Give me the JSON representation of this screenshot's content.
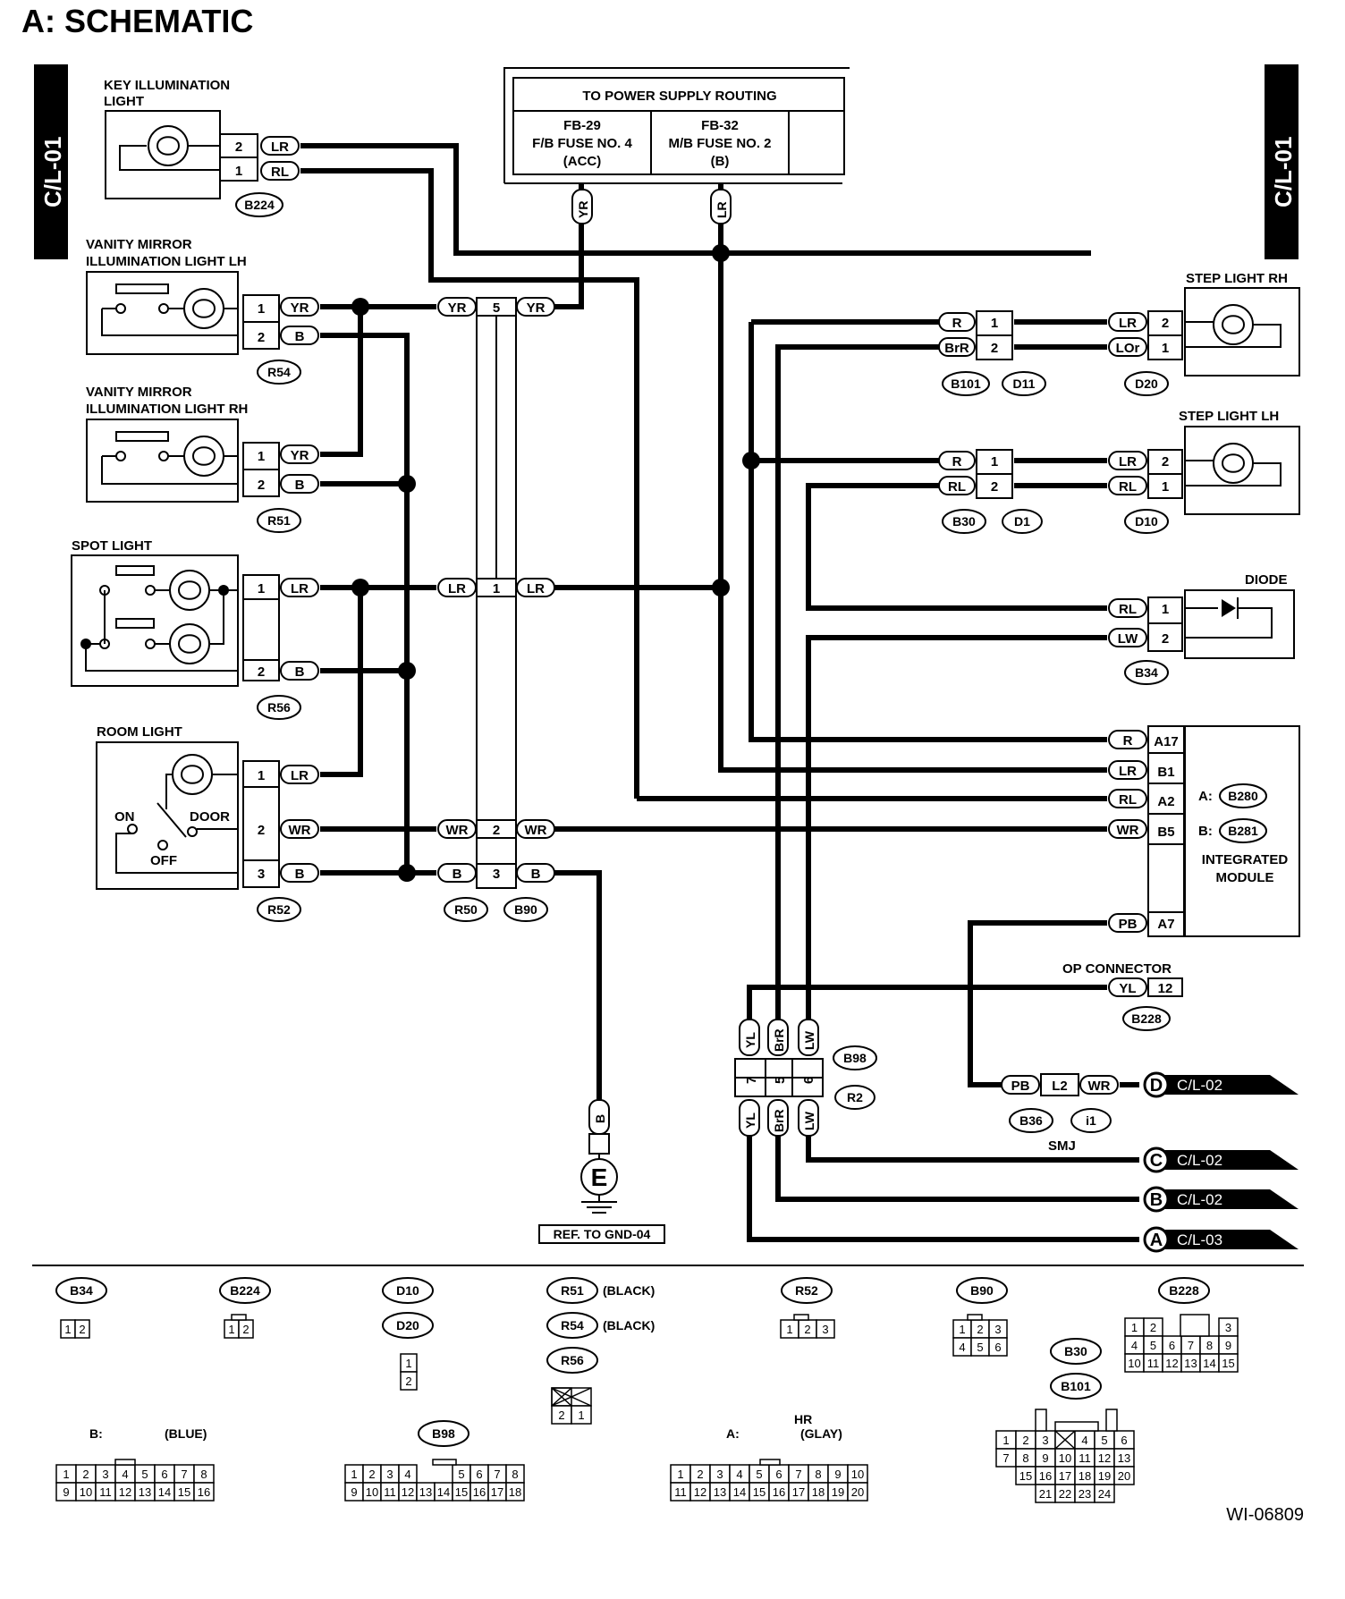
{
  "title": "A:  SCHEMATIC",
  "figure_id": "WI-06809",
  "page_tabs": {
    "left": "C/L-01",
    "right": "C/L-01"
  },
  "components": {
    "key_illum": [
      "KEY ILLUMINATION",
      "LIGHT"
    ],
    "vanity_lh": [
      "VANITY MIRROR",
      "ILLUMINATION LIGHT LH"
    ],
    "vanity_rh": [
      "VANITY MIRROR",
      "ILLUMINATION LIGHT RH"
    ],
    "spot": "SPOT LIGHT",
    "room": "ROOM LIGHT",
    "room_on": "ON",
    "room_off": "OFF",
    "room_door": "DOOR",
    "step_rh": "STEP LIGHT RH",
    "step_lh": "STEP LIGHT LH",
    "diode": "DIODE",
    "integrated": [
      "INTEGRATED",
      "MODULE"
    ],
    "op_connector": "OP CONNECTOR",
    "smj": "SMJ",
    "ground": "E",
    "ground_ref": "REF. TO GND-04"
  },
  "power_box": {
    "header": "TO POWER SUPPLY ROUTING",
    "fuse1": [
      "FB-29",
      "F/B FUSE NO. 4",
      "(ACC)"
    ],
    "fuse2": [
      "FB-32",
      "M/B FUSE NO. 2",
      "(B)"
    ]
  },
  "integrated_refs": {
    "a": "A:",
    "b": "B:",
    "a_conn": "B280",
    "b_conn": "B281"
  },
  "connectors": {
    "B224": "B224",
    "R54": "R54",
    "R51": "R51",
    "R56": "R56",
    "R52": "R52",
    "R50": "R50",
    "B90": "B90",
    "B101": "B101",
    "D11": "D11",
    "D20": "D20",
    "B30": "B30",
    "D1": "D1",
    "D10": "D10",
    "B34": "B34",
    "B228": "B228",
    "B98": "B98",
    "R2": "R2",
    "B36": "B36",
    "i1": "i1"
  },
  "wires": {
    "YR": "YR",
    "B": "B",
    "LR": "LR",
    "RL": "RL",
    "WR": "WR",
    "R": "R",
    "BrR": "BrR",
    "LOr": "LOr",
    "LW": "LW",
    "PB": "PB",
    "YL": "YL"
  },
  "pins": {
    "p1": "1",
    "p2": "2",
    "p3": "3",
    "p5": "5",
    "p6": "6",
    "p7": "7",
    "p12": "12",
    "A17": "A17",
    "B1": "B1",
    "A2": "A2",
    "B5": "B5",
    "A7": "A7",
    "L2": "L2"
  },
  "offpage": [
    {
      "letter": "D",
      "ref": "C/L-02"
    },
    {
      "letter": "C",
      "ref": "C/L-02"
    },
    {
      "letter": "B",
      "ref": "C/L-02"
    },
    {
      "letter": "A",
      "ref": "C/L-03"
    }
  ],
  "legend": {
    "black": "(BLACK)",
    "blue": "(BLUE)",
    "glay": "(GLAY)",
    "hr": "HR",
    "b_prefix": "B:",
    "a_prefix": "A:",
    "nums": [
      "1",
      "2",
      "3",
      "4",
      "5",
      "6",
      "7",
      "8",
      "9",
      "10",
      "11",
      "12",
      "13",
      "14",
      "15",
      "16",
      "17",
      "18",
      "19",
      "20",
      "21",
      "22",
      "23",
      "24"
    ]
  }
}
